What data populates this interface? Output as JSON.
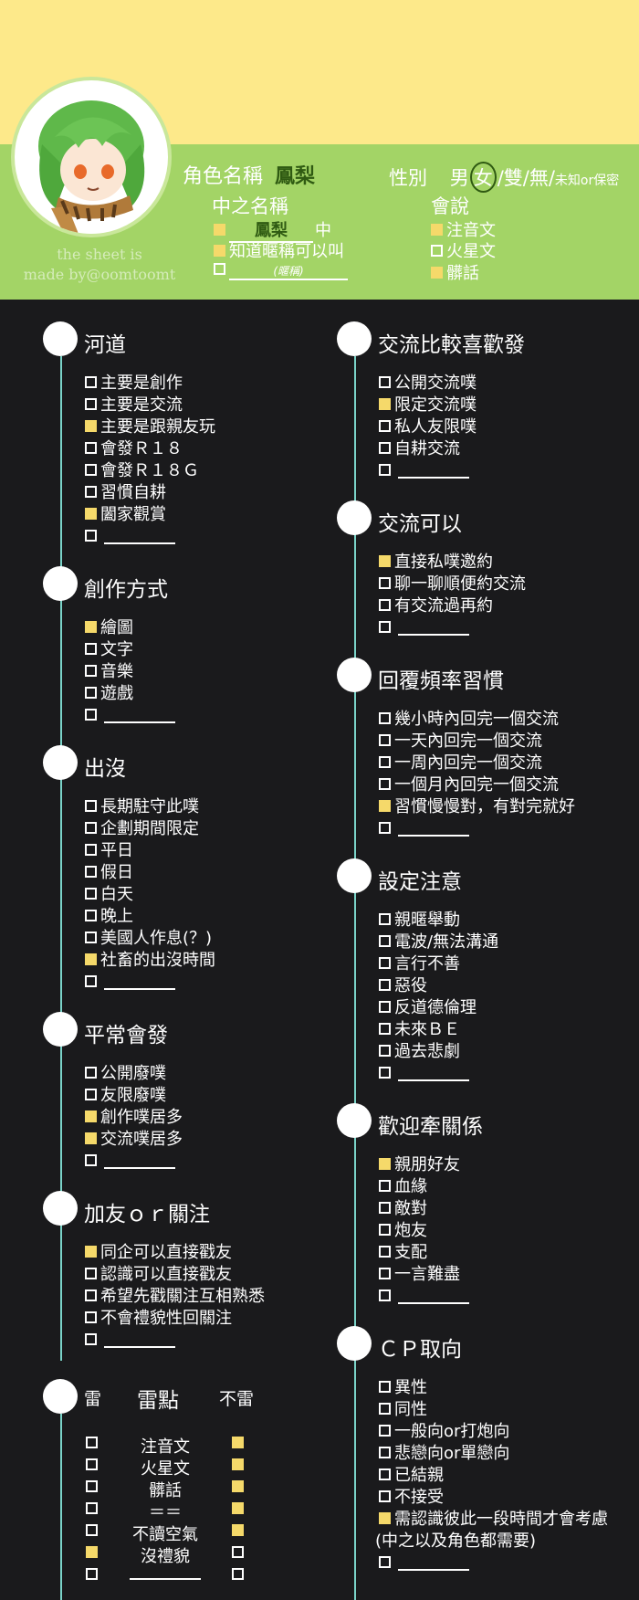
{
  "header": {
    "role_label": "角色名稱",
    "role_value": "鳳梨",
    "gender_label": "性別",
    "gender_options": [
      "男",
      "女",
      "/雙/無/",
      "未知or保密"
    ],
    "nakano_label": "中之名稱",
    "nakano_rows": [
      {
        "checked": true,
        "prefix": "",
        "fill": "鳳梨",
        "suffix": "中"
      },
      {
        "checked": true,
        "text": "知道暱稱可以叫"
      },
      {
        "checked": false,
        "fill": "(暱稱)"
      }
    ],
    "speech_label": "會說",
    "speech_rows": [
      {
        "checked": true,
        "text": "注音文"
      },
      {
        "checked": false,
        "text": "火星文"
      },
      {
        "checked": true,
        "text": "髒話"
      }
    ],
    "watermark_lines": [
      "the sheet is",
      "made by@oomtoomt"
    ]
  },
  "sections_left": [
    {
      "title": "河道",
      "items": [
        {
          "checked": false,
          "text": "主要是創作"
        },
        {
          "checked": false,
          "text": "主要是交流"
        },
        {
          "checked": true,
          "text": "主要是跟親友玩"
        },
        {
          "checked": false,
          "text": "會發Ｒ１８"
        },
        {
          "checked": false,
          "text": "會發Ｒ１８Ｇ"
        },
        {
          "checked": false,
          "text": "習慣自耕"
        },
        {
          "checked": true,
          "text": "闔家觀賞"
        },
        {
          "checked": false,
          "text": ""
        }
      ]
    },
    {
      "title": "創作方式",
      "items": [
        {
          "checked": true,
          "text": "繪圖"
        },
        {
          "checked": false,
          "text": "文字"
        },
        {
          "checked": false,
          "text": "音樂"
        },
        {
          "checked": false,
          "text": "遊戲"
        },
        {
          "checked": false,
          "text": ""
        }
      ]
    },
    {
      "title": "出沒",
      "items": [
        {
          "checked": false,
          "text": "長期駐守此噗"
        },
        {
          "checked": false,
          "text": "企劃期間限定"
        },
        {
          "checked": false,
          "text": "平日"
        },
        {
          "checked": false,
          "text": "假日"
        },
        {
          "checked": false,
          "text": "白天"
        },
        {
          "checked": false,
          "text": "晚上"
        },
        {
          "checked": false,
          "text": "美國人作息(？)"
        },
        {
          "checked": true,
          "text": "社畜的出沒時間"
        },
        {
          "checked": false,
          "text": ""
        }
      ]
    },
    {
      "title": "平常會發",
      "items": [
        {
          "checked": false,
          "text": "公開廢噗"
        },
        {
          "checked": false,
          "text": "友限廢噗"
        },
        {
          "checked": true,
          "text": "創作噗居多"
        },
        {
          "checked": true,
          "text": "交流噗居多"
        },
        {
          "checked": false,
          "text": ""
        }
      ]
    },
    {
      "title": "加友ｏｒ關注",
      "items": [
        {
          "checked": true,
          "text": "同企可以直接戳友"
        },
        {
          "checked": false,
          "text": "認識可以直接戳友"
        },
        {
          "checked": false,
          "text": "希望先戳關注互相熟悉"
        },
        {
          "checked": false,
          "text": "不會禮貌性回關注"
        },
        {
          "checked": false,
          "text": ""
        }
      ]
    }
  ],
  "thunder": {
    "title_left": "雷",
    "title_mid": "雷點",
    "title_right": "不雷",
    "rows": [
      {
        "label": "注音文",
        "is_thunder": false,
        "not_thunder": true
      },
      {
        "label": "火星文",
        "is_thunder": false,
        "not_thunder": true
      },
      {
        "label": "髒話",
        "is_thunder": false,
        "not_thunder": true
      },
      {
        "label": "＝＝",
        "is_thunder": false,
        "not_thunder": true
      },
      {
        "label": "不讀空氣",
        "is_thunder": false,
        "not_thunder": true
      },
      {
        "label": "沒禮貌",
        "is_thunder": true,
        "not_thunder": false
      },
      {
        "label": "",
        "is_thunder": false,
        "not_thunder": false
      }
    ]
  },
  "sections_right": [
    {
      "title": "交流比較喜歡發",
      "items": [
        {
          "checked": false,
          "text": "公開交流噗"
        },
        {
          "checked": true,
          "text": "限定交流噗"
        },
        {
          "checked": false,
          "text": "私人友限噗"
        },
        {
          "checked": false,
          "text": "自耕交流"
        },
        {
          "checked": false,
          "text": ""
        }
      ]
    },
    {
      "title": "交流可以",
      "items": [
        {
          "checked": true,
          "text": "直接私噗邀約"
        },
        {
          "checked": false,
          "text": "聊一聊順便約交流"
        },
        {
          "checked": false,
          "text": "有交流過再約"
        },
        {
          "checked": false,
          "text": ""
        }
      ]
    },
    {
      "title": "回覆頻率習慣",
      "items": [
        {
          "checked": false,
          "text": "幾小時內回完一個交流"
        },
        {
          "checked": false,
          "text": "一天內回完一個交流"
        },
        {
          "checked": false,
          "text": "一周內回完一個交流"
        },
        {
          "checked": false,
          "text": "一個月內回完一個交流"
        },
        {
          "checked": true,
          "text": "習慣慢慢對，有對完就好"
        },
        {
          "checked": false,
          "text": ""
        }
      ]
    },
    {
      "title": "設定注意",
      "items": [
        {
          "checked": false,
          "text": "親暱舉動"
        },
        {
          "checked": false,
          "text": "電波/無法溝通"
        },
        {
          "checked": false,
          "text": "言行不善"
        },
        {
          "checked": false,
          "text": "惡役"
        },
        {
          "checked": false,
          "text": "反道德倫理"
        },
        {
          "checked": false,
          "text": "未來ＢＥ"
        },
        {
          "checked": false,
          "text": "過去悲劇"
        },
        {
          "checked": false,
          "text": ""
        }
      ]
    },
    {
      "title": "歡迎牽關係",
      "items": [
        {
          "checked": true,
          "text": "親朋好友"
        },
        {
          "checked": false,
          "text": "血緣"
        },
        {
          "checked": false,
          "text": "敵對"
        },
        {
          "checked": false,
          "text": "炮友"
        },
        {
          "checked": false,
          "text": "支配"
        },
        {
          "checked": false,
          "text": "一言難盡"
        },
        {
          "checked": false,
          "text": ""
        }
      ]
    },
    {
      "title": "ＣＰ取向",
      "items": [
        {
          "checked": false,
          "text": "異性"
        },
        {
          "checked": false,
          "text": "同性"
        },
        {
          "checked": false,
          "text": "一般向or打炮向"
        },
        {
          "checked": false,
          "text": "悲戀向or單戀向"
        },
        {
          "checked": false,
          "text": "已結親"
        },
        {
          "checked": false,
          "text": "不接受"
        },
        {
          "checked": true,
          "text": "需認識彼此一段時間才會考慮"
        },
        {
          "checked": null,
          "text": "(中之以及角色都需要)"
        },
        {
          "checked": false,
          "text": ""
        }
      ]
    }
  ],
  "colors": {
    "yellow": "#fde98a",
    "green": "#a3d466",
    "bg": "#1a1a1c",
    "check": "#f5d96a",
    "line": "#7ad3c8"
  }
}
